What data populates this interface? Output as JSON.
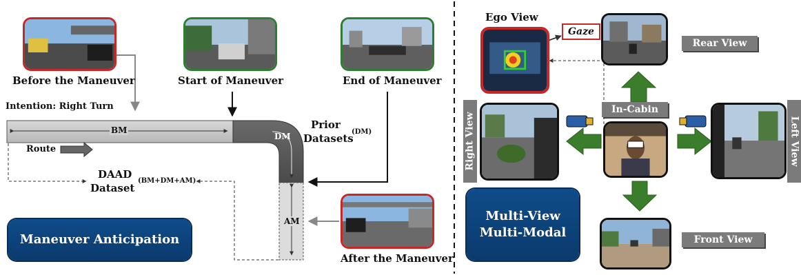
{
  "left": {
    "before_label": "Before the Maneuver",
    "start_label": "Start of Maneuver",
    "end_label": "End of Maneuver",
    "after_label": "After the Maneuver",
    "intention": "Intention: Right Turn",
    "bm": "BM",
    "dm": "DM",
    "am": "AM",
    "prior": "Prior",
    "datasets": "Datasets",
    "prior_sup": "(DM)",
    "route": "Route",
    "daad": "DAAD",
    "dataset": "Dataset",
    "daad_sup": "(BM+DM+AM)",
    "anticipation": "Maneuver Anticipation"
  },
  "right": {
    "ego_view": "Ego View",
    "gaze": "Gaze",
    "rear_view": "Rear View",
    "in_cabin": "In-Cabin",
    "right_view": "Right View",
    "left_view": "Left View",
    "front_view": "Front View",
    "multi_view": "Multi-View",
    "multi_modal": "Multi-Modal"
  },
  "colors": {
    "red_border": "#c62828",
    "green_border": "#2e7d32",
    "arrow_green": "#3a7d2a",
    "blue_box": "#0f4c8a",
    "grey_tag": "#7b7b7b"
  }
}
